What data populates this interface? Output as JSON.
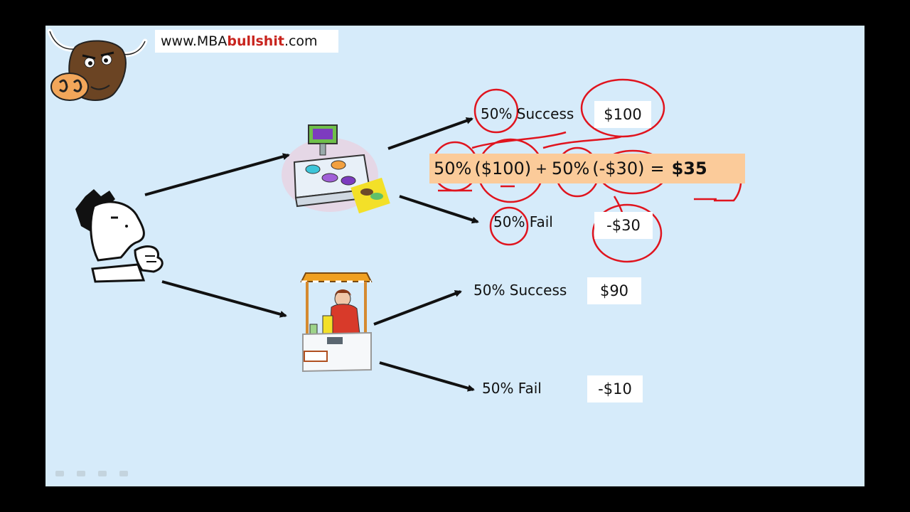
{
  "header": {
    "url_prefix": "www.MBA",
    "url_accent": "bullshit",
    "url_suffix": ".com"
  },
  "top_branch": {
    "success_label": "50% Success",
    "success_value": "$100",
    "fail_label": "50% Fail",
    "fail_value": "-$30"
  },
  "formula": {
    "p1": "50%",
    "v1": "($100)",
    "plus": "+",
    "p2": "50%",
    "v2": "(-$30)",
    "eq": "=",
    "result": "$35"
  },
  "bottom_branch": {
    "success_label": "50% Success",
    "success_value": "$90",
    "fail_label": "50% Fail",
    "fail_value": "-$10"
  },
  "colors": {
    "slide_bg": "#d6ebfa",
    "formula_bg": "#fbcb9a",
    "annotation": "#e0141e",
    "accent": "#c8241e"
  }
}
